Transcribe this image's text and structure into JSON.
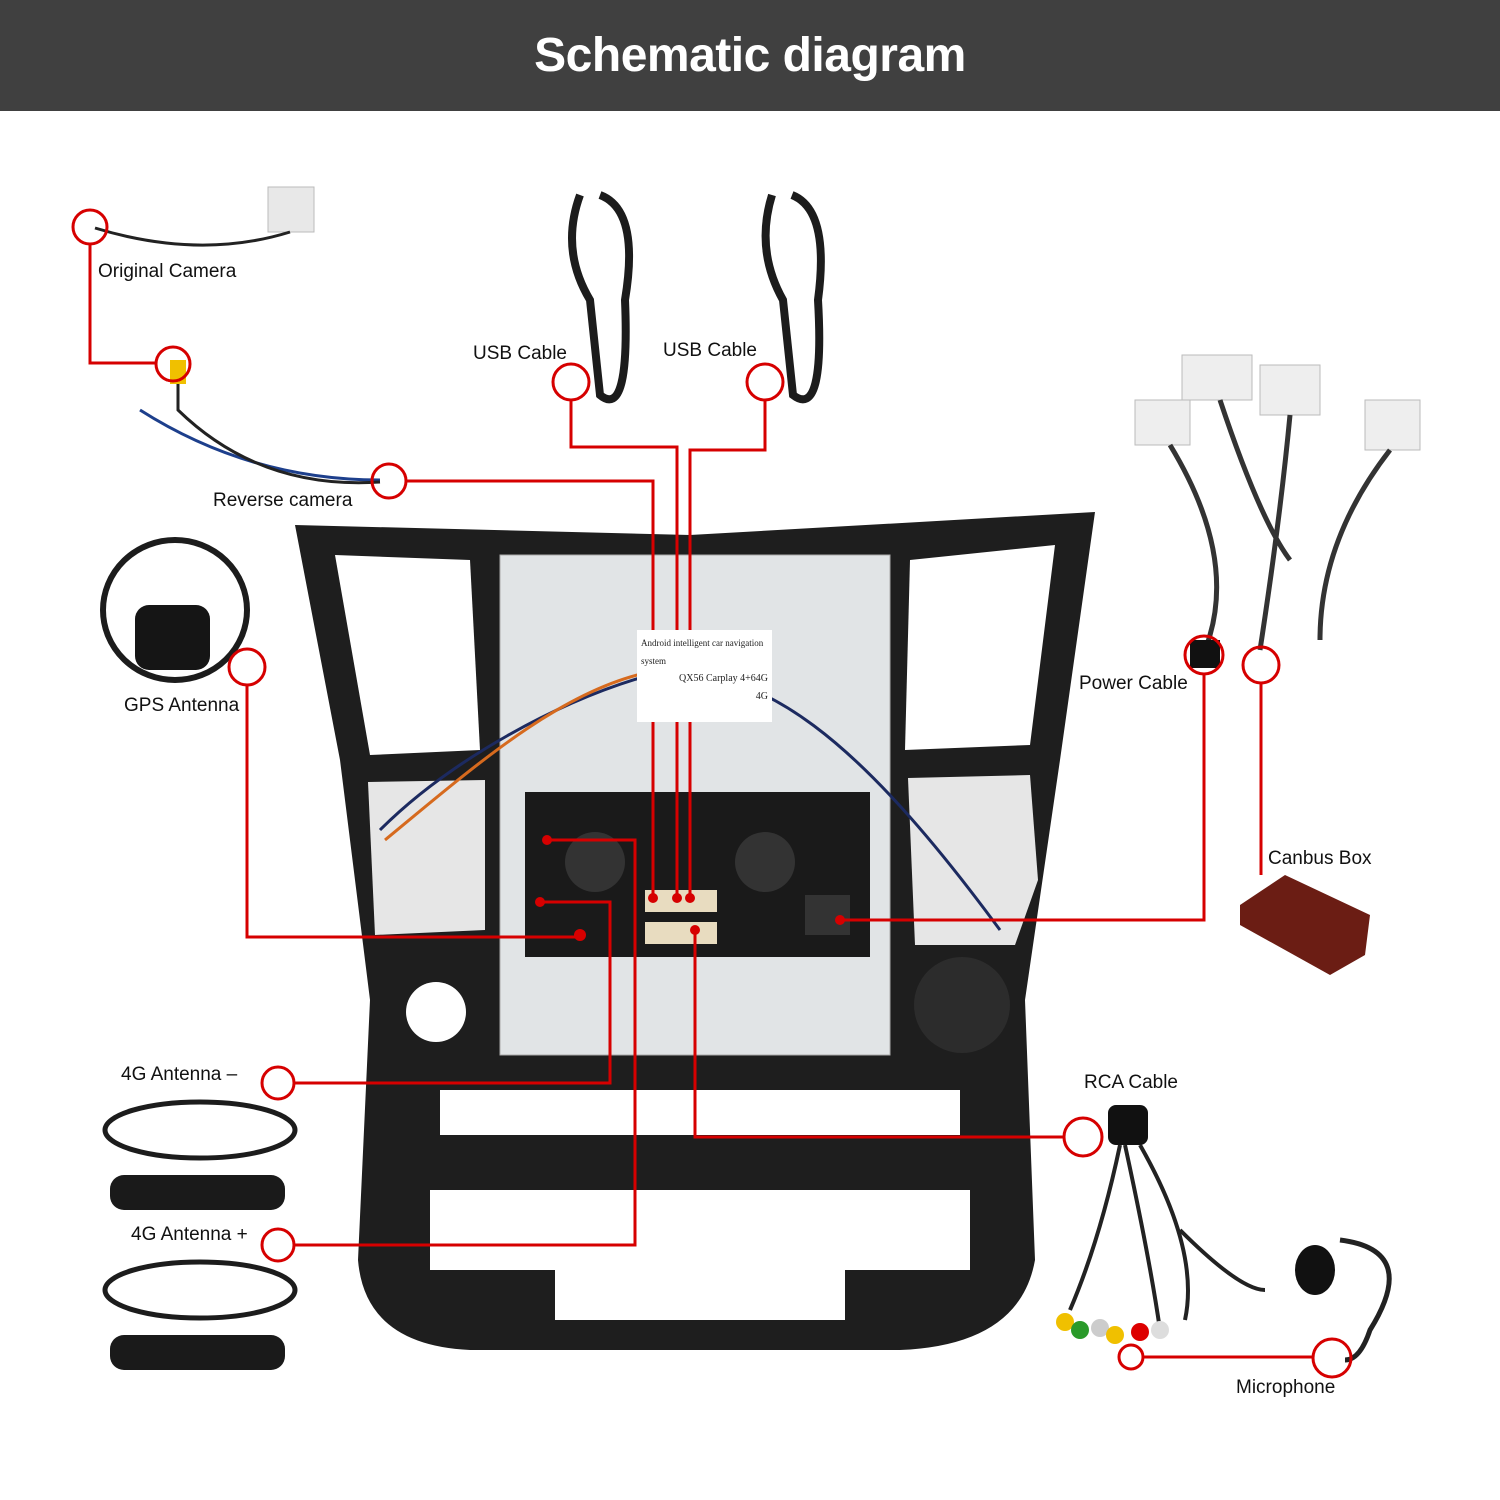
{
  "header": {
    "title": "Schematic diagram"
  },
  "labels": {
    "original_camera": "Original Camera",
    "usb_cable_1": "USB Cable",
    "usb_cable_2": "USB Cable",
    "reverse_camera": "Reverse camera",
    "gps_antenna": "GPS Antenna",
    "power_cable": "Power Cable",
    "canbus_box": "Canbus Box",
    "rca_cable": "RCA Cable",
    "antenna_4g_minus": "4G Antenna –",
    "antenna_4g_plus": "4G Antenna +",
    "microphone": "Microphone"
  },
  "unit_sticker": {
    "line1": "Android intelligent car navigation system",
    "line2": "QX56   Carplay 4+64G",
    "line3": "4G"
  },
  "colors": {
    "connection_line": "#d60000",
    "header_bg": "#404040",
    "frame": "#1e1e1e"
  }
}
